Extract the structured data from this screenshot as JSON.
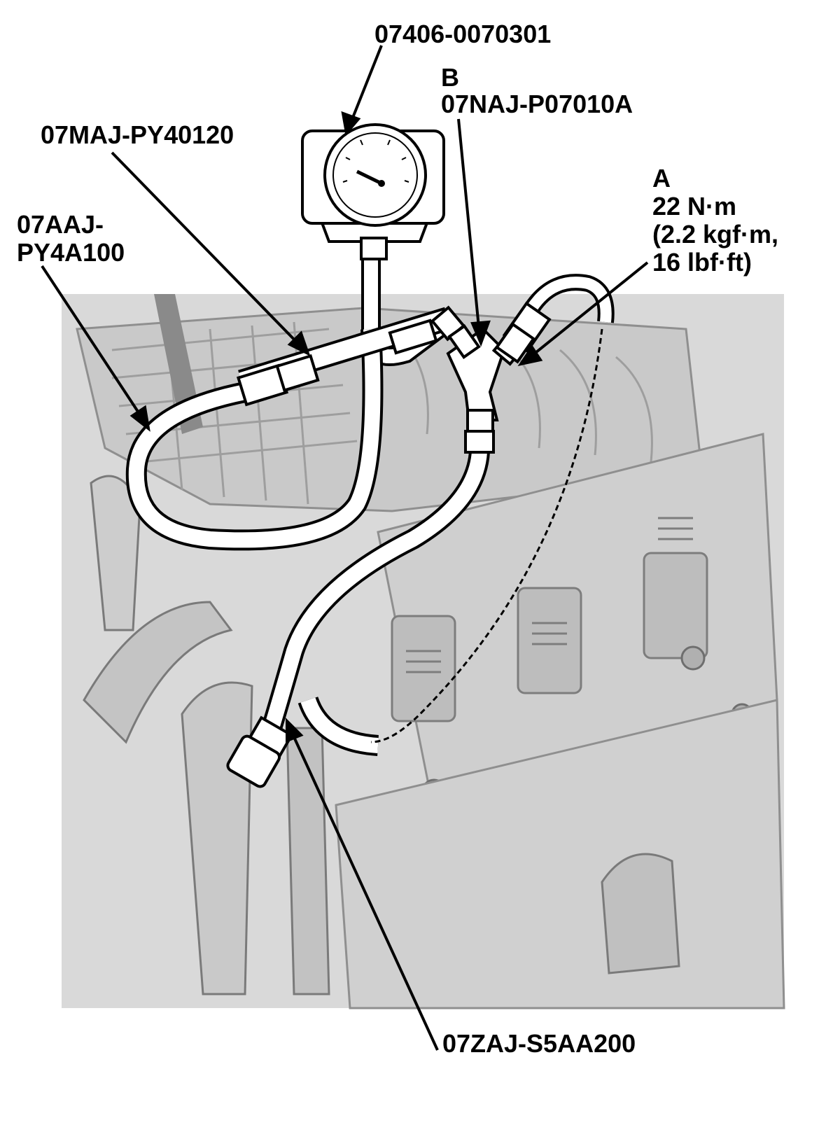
{
  "callouts": {
    "gauge": "07406-0070301",
    "b_letter": "B",
    "b_part": "07NAJ-P07010A",
    "hose_upper": "07MAJ-PY40120",
    "hose_left_line1": "07AAJ-",
    "hose_left_line2": "PY4A100",
    "a_letter": "A",
    "a_torque1": "22 N·m",
    "a_torque2": "(2.2 kgf·m,",
    "a_torque3": "16 lbf·ft)",
    "adapter_bottom": "07ZAJ-S5AA200"
  },
  "colors": {
    "background": "#ffffff",
    "engine_fill": "#d6d6d6",
    "engine_shadow": "#a8a8a8",
    "line": "#000000"
  }
}
